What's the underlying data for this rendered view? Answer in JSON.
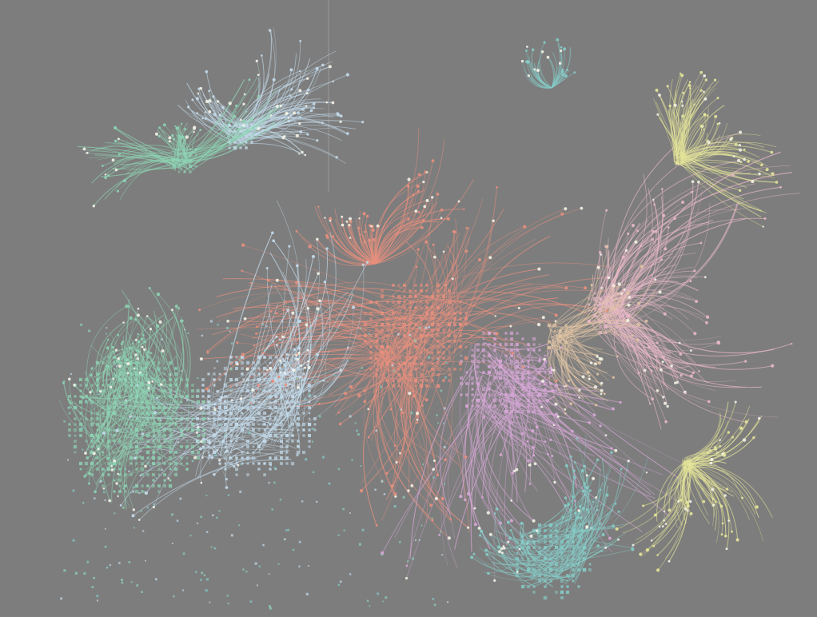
{
  "canvas": {
    "background": "#7d7d7d"
  },
  "clusters": [
    {
      "name": "coral",
      "color": "#e8907e"
    },
    {
      "name": "lavender",
      "color": "#d8a8d8"
    },
    {
      "name": "lightblue",
      "color": "#c4dcec"
    },
    {
      "name": "mint",
      "color": "#8ed4b4"
    },
    {
      "name": "teal",
      "color": "#86ccc8"
    },
    {
      "name": "yellow",
      "color": "#e4e49a"
    },
    {
      "name": "pink",
      "color": "#e8b8c8"
    },
    {
      "name": "tan",
      "color": "#e0c4a4"
    }
  ]
}
